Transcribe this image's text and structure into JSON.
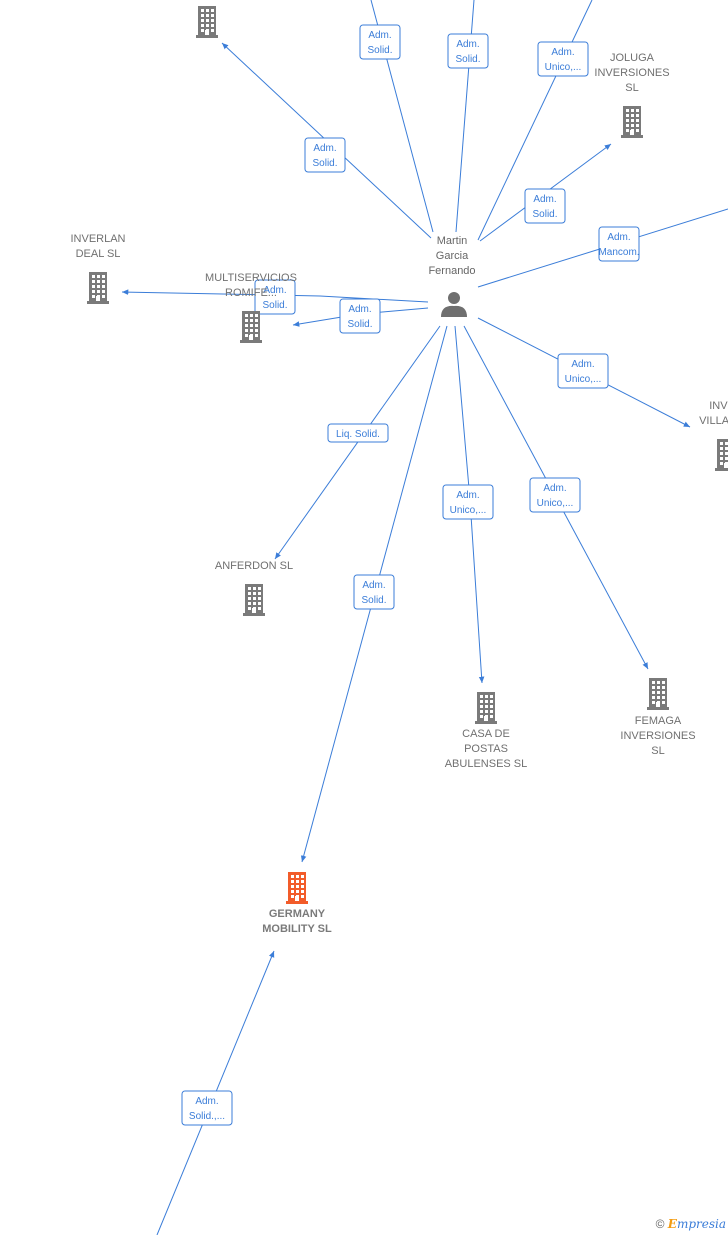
{
  "colors": {
    "edge": "#3b7dd8",
    "building": "#7a7a7a",
    "focus_building": "#f25c2a",
    "person": "#6f6f6f"
  },
  "person": {
    "lines": [
      "Martin",
      "Garcia",
      "Fernando"
    ],
    "icon": "person-icon"
  },
  "nodes": [
    {
      "id": "top-left",
      "lines": [],
      "focus": false
    },
    {
      "id": "joluga",
      "lines": [
        "JOLUGA",
        "INVERSIONES",
        "SL"
      ],
      "focus": false
    },
    {
      "id": "inverlan",
      "lines": [
        "INVERLAN",
        "DEAL  SL"
      ],
      "focus": false
    },
    {
      "id": "multiservicios",
      "lines": [
        "MULTISERVICIOS",
        "ROMIFE..."
      ],
      "focus": false
    },
    {
      "id": "inver-villasa",
      "lines": [
        "INVER",
        "VILLASA..."
      ],
      "focus": false
    },
    {
      "id": "anferdon",
      "lines": [
        "ANFERDON SL"
      ],
      "focus": false
    },
    {
      "id": "casa-postas",
      "lines": [
        "CASA DE",
        "POSTAS",
        "ABULENSES SL"
      ],
      "focus": false
    },
    {
      "id": "femaga",
      "lines": [
        "FEMAGA",
        "INVERSIONES",
        "SL"
      ],
      "focus": false
    },
    {
      "id": "germany",
      "lines": [
        "GERMANY",
        "MOBILITY  SL"
      ],
      "focus": true
    }
  ],
  "edges": [
    {
      "lines": [
        "Adm.",
        "Solid."
      ]
    },
    {
      "lines": [
        "Adm.",
        "Solid."
      ]
    },
    {
      "lines": [
        "Adm.",
        "Solid."
      ]
    },
    {
      "lines": [
        "Adm.",
        "Unico,..."
      ]
    },
    {
      "lines": [
        "Adm.",
        "Solid."
      ]
    },
    {
      "lines": [
        "Adm.",
        "Mancom."
      ]
    },
    {
      "lines": [
        "Adm.",
        "Solid."
      ]
    },
    {
      "lines": [
        "Adm.",
        "Solid."
      ]
    },
    {
      "lines": [
        "Adm.",
        "Unico,..."
      ]
    },
    {
      "lines": [
        "Liq.  Solid."
      ]
    },
    {
      "lines": [
        "Adm.",
        "Unico,..."
      ]
    },
    {
      "lines": [
        "Adm.",
        "Unico,..."
      ]
    },
    {
      "lines": [
        "Adm.",
        "Solid."
      ]
    },
    {
      "lines": [
        "Adm.",
        "Solid.,..."
      ]
    }
  ],
  "footer": {
    "copyright": "©",
    "brand_initial": "E",
    "brand_rest": "mpresia"
  }
}
